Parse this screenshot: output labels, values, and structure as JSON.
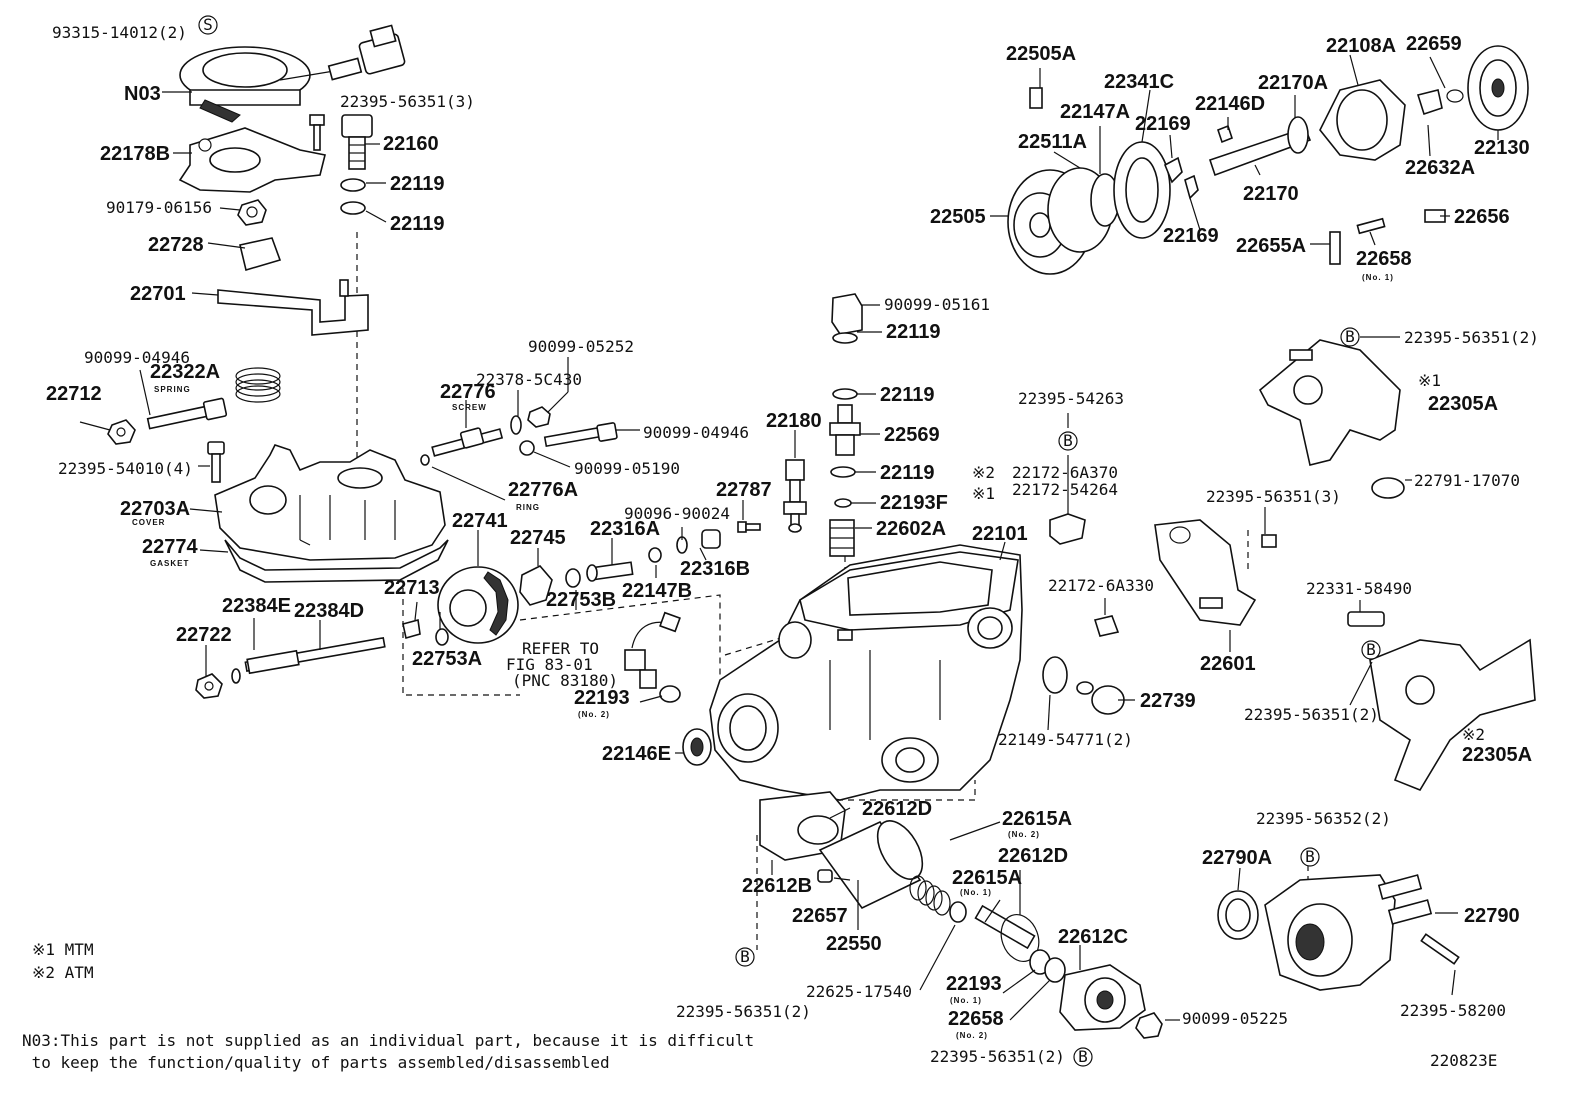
{
  "labels": {
    "l93315": "93315-14012(2)",
    "lN03": "N03",
    "l22395_56351_3a": "22395-56351(3)",
    "l22160": "22160",
    "l22178B": "22178B",
    "l22119a": "22119",
    "l22119b": "22119",
    "l90179": "90179-06156",
    "l22728": "22728",
    "l22701": "22701",
    "l90099_04946a": "90099-04946",
    "l22322A": "22322A",
    "l22712": "22712",
    "l22395_54010": "22395-54010(4)",
    "l22703A": "22703A",
    "l22774": "22774",
    "l22384E": "22384E",
    "l22384D": "22384D",
    "l22722": "22722",
    "l22713": "22713",
    "l22753A": "22753A",
    "l22741": "22741",
    "l22776": "22776",
    "l22378": "22378-5C430",
    "l90099_05252": "90099-05252",
    "l90099_04946b": "90099-04946",
    "l90099_05190": "90099-05190",
    "l22776A": "22776A",
    "l22745": "22745",
    "l22753B": "22753B",
    "l22316A": "22316A",
    "l90096": "90096-90024",
    "l22316B": "22316B",
    "l22147B": "22147B",
    "l22787": "22787",
    "l22180": "22180",
    "lRefer1": "REFER TO",
    "lRefer2": "FIG 83-01",
    "lRefer3": "(PNC 83180)",
    "l22193": "22193",
    "l22146E": "22146E",
    "l90099_05161": "90099-05161",
    "l22119c": "22119",
    "l22119d": "22119",
    "l22569": "22569",
    "l22119e": "22119",
    "l22193F": "22193F",
    "l22602A": "22602A",
    "l22101": "22101",
    "l22395_54263": "22395-54263",
    "l22172_6A370": "22172-6A370",
    "l22172_54264": "22172-54264",
    "l22172_6A330": "22172-6A330",
    "l22739": "22739",
    "l22149": "22149-54771(2)",
    "l22612D": "22612D",
    "l22612B": "22612B",
    "l22657": "22657",
    "l22550": "22550",
    "l22395_56351_2a": "22395-56351(2)",
    "l22615A_2": "22615A",
    "l22612D_b": "22612D",
    "l22615A_1": "22615A",
    "l22612C": "22612C",
    "l22625": "22625-17540",
    "l22193_1": "22193",
    "l22658_2": "22658",
    "l90099_05225": "90099-05225",
    "l22395_56351_2b": "22395-56351(2)",
    "l22505A": "22505A",
    "l22341C": "22341C",
    "l22108A": "22108A",
    "l22659": "22659",
    "l22147A": "22147A",
    "l22170A": "22170A",
    "l22511A": "22511A",
    "l22169a": "22169",
    "l22146D": "22146D",
    "l22130": "22130",
    "l22632A": "22632A",
    "l22170": "22170",
    "l22505": "22505",
    "l22169b": "22169",
    "l22656": "22656",
    "l22655A": "22655A",
    "l22658_1": "22658",
    "l22395_56351_2c": "22395-56351(2)",
    "l22305A_1": "22305A",
    "l22791": "22791-17070",
    "l22395_56351_3b": "22395-56351(3)",
    "l22601": "22601",
    "l22331": "22331-58490",
    "l22395_56351_2d": "22395-56351(2)",
    "l22305A_2": "22305A",
    "l22395_56352": "22395-56352(2)",
    "l22790A": "22790A",
    "l22790": "22790",
    "l22395_58200": "22395-58200",
    "lDiagId": "220823E"
  },
  "sublabels": {
    "spring": "SPRING",
    "screw": "SCREW",
    "ring": "RING",
    "cover": "COVER",
    "gasket": "GASKET",
    "no2a": "(No. 2)",
    "no2b": "(No. 2)",
    "no1a": "(No. 1)",
    "no1b": "(No. 1)",
    "no2c": "(No. 2)",
    "no1c": "(No. 1)"
  },
  "markers": {
    "s": "S",
    "b": "B",
    "x1a": "※1",
    "x2a": "※2",
    "x1b": "※1",
    "x2b": "※2"
  },
  "legend": {
    "mtm": "※1 MTM",
    "atm": "※2 ATM"
  },
  "footnote": {
    "line1": "N03:This part is not supplied as an individual part, because it is difficult",
    "line2": " to keep the function/quality of parts assembled/disassembled"
  }
}
